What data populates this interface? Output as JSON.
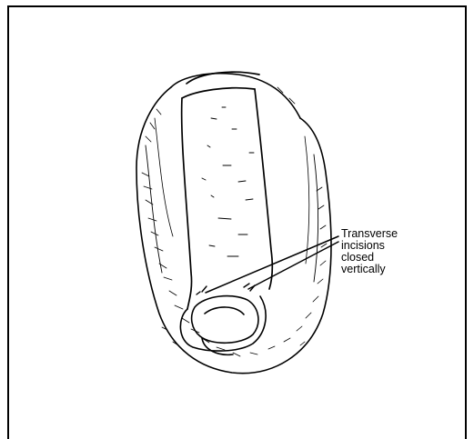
{
  "callout": {
    "lines": [
      "Transverse",
      "incisions",
      "closed",
      "vertically"
    ]
  }
}
